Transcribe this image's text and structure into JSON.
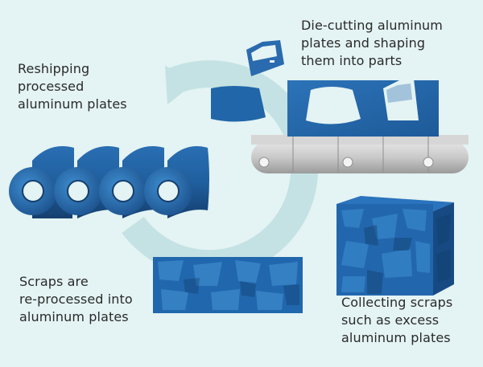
{
  "labels": {
    "reshipping": "Reshipping\nprocessed\naluminum plates",
    "die_cutting": "Die-cutting aluminum\nplates and shaping\nthem into parts",
    "scraps_reprocessed": "Scraps are\nre-processed into\naluminum plates",
    "collecting_scraps": "Collecting scraps\nsuch as excess\naluminum plates"
  },
  "colors": {
    "background": "#e4f3f3",
    "cycle_arrow": "#c4e2e3",
    "aluminum_blue": "#1f64a6",
    "aluminum_dark": "#173f73",
    "conveyor_gray": "#c9c9c9",
    "text": "#2a2a2a"
  },
  "icons": {
    "cycle": "circular-arrow",
    "rolls": "aluminum-coil",
    "parts": "car-door-part",
    "scrap": "scrap-block"
  }
}
